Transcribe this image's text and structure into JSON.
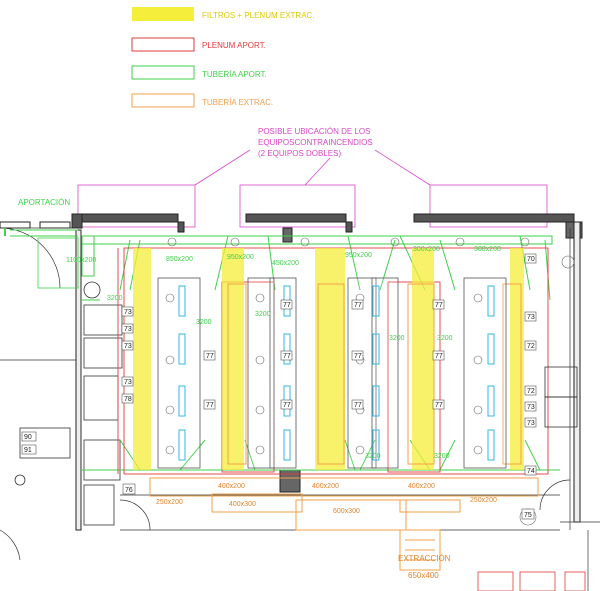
{
  "legend": [
    {
      "label": "FILTROS + PLENUM EXTRAC.",
      "color": "#f5ee3a",
      "swatch": "fill"
    },
    {
      "label": "PLENUM APORT.",
      "color": "#e23b3b",
      "swatch": "outline"
    },
    {
      "label": "TUBERÍA APORT.",
      "color": "#3fd24a",
      "swatch": "outline"
    },
    {
      "label": "TUBERÍA EXTRAC.",
      "color": "#f3a04a",
      "swatch": "outline"
    }
  ],
  "note_lines": [
    "POSIBLE UBICACIÓN DE LOS",
    "EQUIPOSCONTRAINCENDIOS",
    "(2 EQUIPOS DOBLES)"
  ],
  "labels": {
    "aportacion": "APORTACIÓN",
    "extraccion": "EXTRACCIÓN",
    "dim_1100x200": "1100x200",
    "dim_850x200": "850x200",
    "dim_950x200_a": "950x200",
    "dim_950x200_b": "950x200",
    "dim_450x200": "450x200",
    "dim_300x200_top_a": "300x200",
    "dim_300x200_top_b": "300x200",
    "dim_400x200_a": "400x200",
    "dim_400x200_b": "400x200",
    "dim_400x200_c": "400x200",
    "dim_250x200_a": "250x200",
    "dim_250x200_b": "250x200",
    "dim_400x300": "400x300",
    "dim_600x300": "600x300",
    "dim_650x400": "650x400",
    "dim_3200_a": "3200",
    "dim_3200_b": "3200",
    "dim_3200_c": "3200",
    "dim_3200_d": "3200",
    "dim_3200_e": "3200",
    "dim_3200_f": "3200",
    "dim_3200_g": "3200"
  },
  "room_numbers": {
    "left_column": [
      "73",
      "73",
      "73",
      "73",
      "78"
    ],
    "right_column": [
      "70",
      "73",
      "72",
      "72",
      "73",
      "73",
      "74"
    ],
    "center": [
      "77",
      "77",
      "77",
      "77",
      "77",
      "77",
      "77",
      "77",
      "77",
      "77",
      "77"
    ],
    "misc": [
      "76",
      "75",
      "90",
      "91"
    ]
  }
}
